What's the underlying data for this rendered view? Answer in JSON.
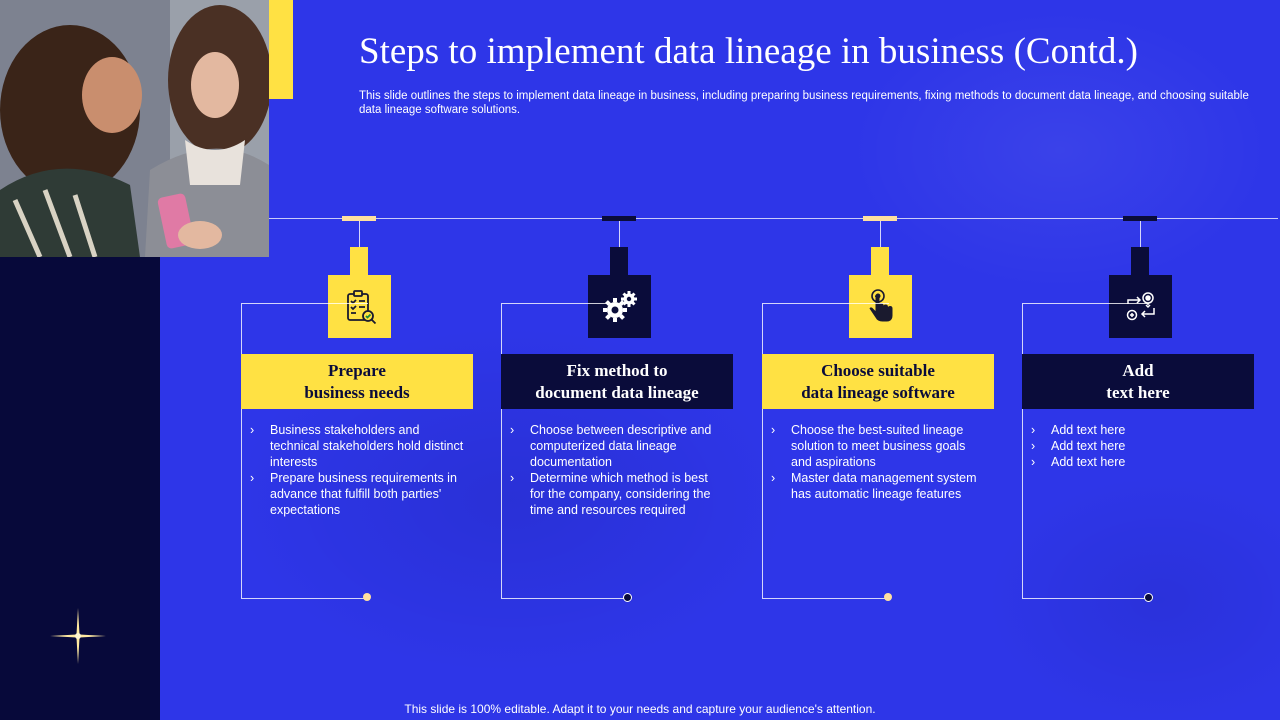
{
  "title": "Steps to implement data lineage in business (Contd.)",
  "subtitle": "This slide outlines the steps to implement data lineage in business, including preparing business requirements, fixing methods to document data lineage, and choosing suitable data lineage software solutions.",
  "colors": {
    "background": "#2e36e8",
    "navy": "#0a0c3a",
    "yellow": "#ffe143"
  },
  "steps": [
    {
      "heading_line1": "Prepare",
      "heading_line2": "business needs",
      "icon": "checklist-icon",
      "bullets": [
        "Business stakeholders and technical stakeholders hold distinct interests",
        "Prepare business requirements in advance that fulfill both parties' expectations"
      ]
    },
    {
      "heading_line1": "Fix method to",
      "heading_line2": "document data lineage",
      "icon": "gears-icon",
      "bullets": [
        "Choose between descriptive and computerized data lineage documentation",
        "Determine which method is best for the company, considering the time and resources required"
      ]
    },
    {
      "heading_line1": "Choose suitable",
      "heading_line2": "data lineage software",
      "icon": "touch-icon",
      "bullets": [
        "Choose the best-suited lineage solution to meet business goals and aspirations",
        "Master data management system has automatic lineage features"
      ]
    },
    {
      "heading_line1": "Add",
      "heading_line2": "text here",
      "icon": "workflow-icon",
      "bullets": [
        "Add text here",
        "Add text here",
        "Add text here"
      ]
    }
  ],
  "footer": "This slide is 100% editable. Adapt it to your needs and capture your audience's attention."
}
